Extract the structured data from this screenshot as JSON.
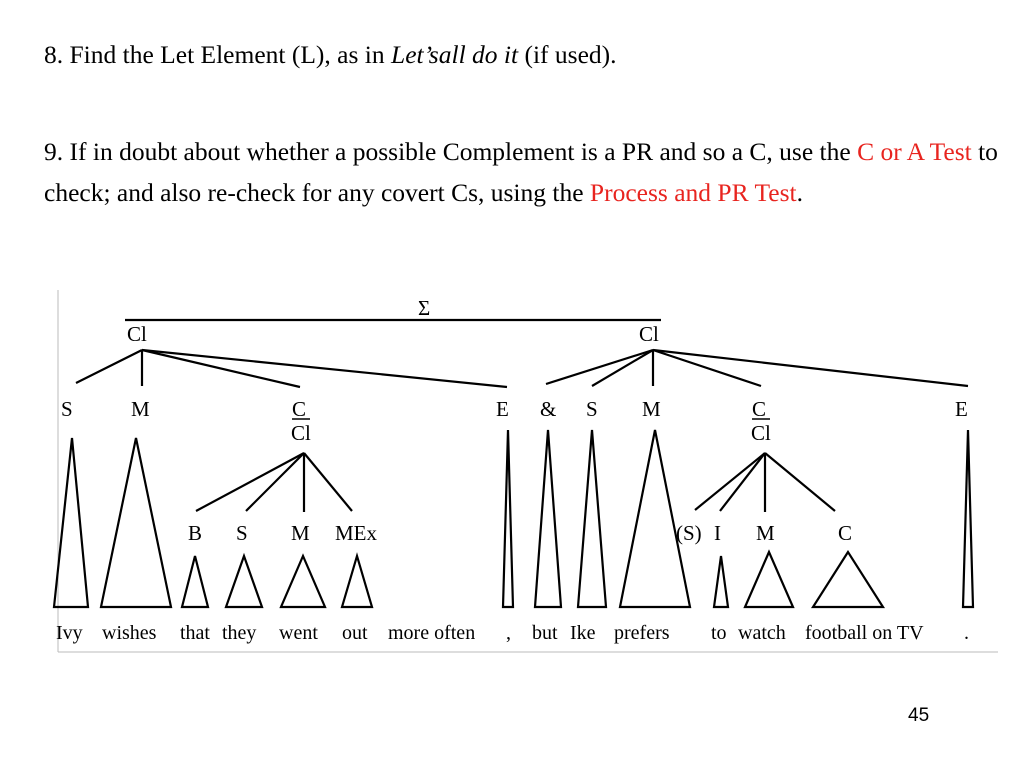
{
  "slide": {
    "item8": {
      "text_before": "8.  Find the Let Element (L), as in ",
      "example": "Let’sall do it",
      "text_after": "  (if used)."
    },
    "item9": {
      "part1": "9. If in doubt about whether a possible Complement is a PR and so a C, use the ",
      "link1": "C or A Test",
      "part2": " to check; and also re-check for any covert Cs, using the ",
      "link2": "Process and PR Test",
      "part3": "."
    },
    "page_number": "45",
    "highlight_color": "#e8241f"
  },
  "diagram": {
    "root": "Σ",
    "clause_left": "Cl",
    "clause_right": "Cl",
    "left_elements": {
      "s": "S",
      "m": "M",
      "c": "C",
      "c_cl": "Cl",
      "e": "E"
    },
    "left_embedded": {
      "b": "B",
      "s": "S",
      "m": "M",
      "mex": "MEx"
    },
    "right_elements": {
      "amp": "&",
      "s": "S",
      "m": "M",
      "c": "C",
      "c_cl": "Cl",
      "e": "E"
    },
    "right_embedded": {
      "s": "(S)",
      "i": "I",
      "m": "M",
      "c": "C"
    },
    "sentence": {
      "w1": "Ivy",
      "w2": "wishes",
      "w3": "that",
      "w4": "they",
      "w5": "went",
      "w6": "out",
      "w7": "more often",
      "w8": ",",
      "w9": "but",
      "w10": "Ike",
      "w11": "prefers",
      "w12": "to",
      "w13": "watch",
      "w14": "football on TV",
      "w15": "."
    }
  }
}
